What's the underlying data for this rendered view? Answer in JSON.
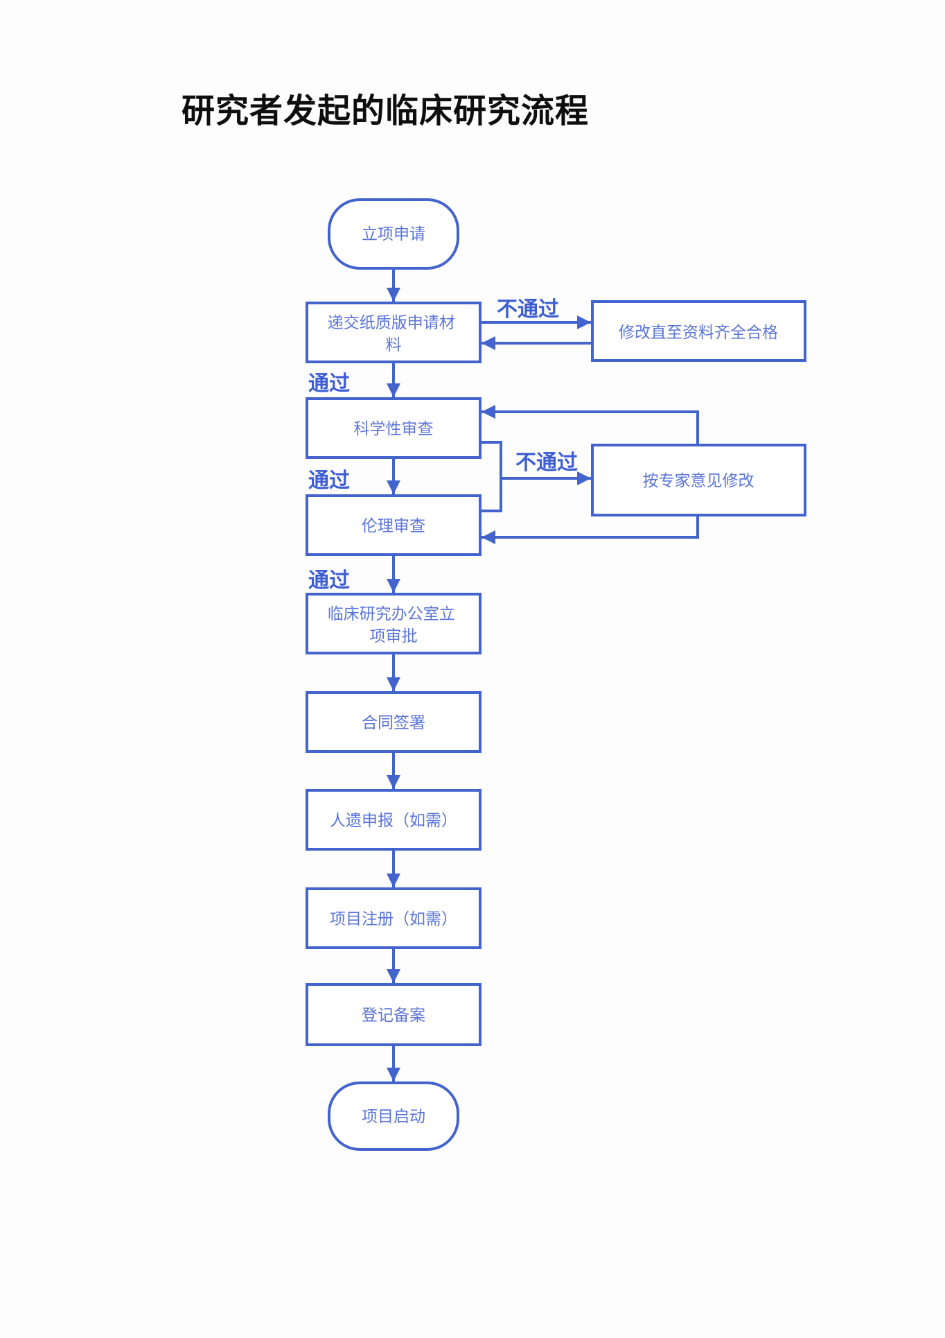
{
  "title": "研究者发起的临床研究流程",
  "nodes": {
    "start": {
      "label": "立项申请",
      "shape": "stadium"
    },
    "submit": {
      "label": "递交纸质版申请材料",
      "line1": "递交纸质版申请材",
      "line2": "料",
      "shape": "rect"
    },
    "revise_materials": {
      "label": "修改直至资料齐全合格",
      "shape": "rect"
    },
    "scientific_review": {
      "label": "科学性审查",
      "shape": "rect"
    },
    "expert_revision": {
      "label": "按专家意见修改",
      "shape": "rect"
    },
    "ethics_review": {
      "label": "伦理审查",
      "shape": "rect"
    },
    "office_approval": {
      "label": "临床研究办公室立项审批",
      "line1": "临床研究办公室立",
      "line2": "项审批",
      "shape": "rect"
    },
    "contract": {
      "label": "合同签署",
      "shape": "rect"
    },
    "hgr_filing": {
      "label": "人遗申报（如需）",
      "shape": "rect"
    },
    "registration": {
      "label": "项目注册（如需）",
      "shape": "rect"
    },
    "record_filing": {
      "label": "登记备案",
      "shape": "rect"
    },
    "launch": {
      "label": "项目启动",
      "shape": "stadium"
    }
  },
  "edge_labels": {
    "no_pass_1": "不通过",
    "pass_1": "通过",
    "no_pass_2": "不通过",
    "pass_2": "通过",
    "pass_3": "通过"
  },
  "flow": [
    {
      "from": "start",
      "to": "submit",
      "label": ""
    },
    {
      "from": "submit",
      "to": "revise_materials",
      "label": "不通过"
    },
    {
      "from": "revise_materials",
      "to": "submit",
      "label": ""
    },
    {
      "from": "submit",
      "to": "scientific_review",
      "label": "通过"
    },
    {
      "from": "scientific_review",
      "to": "expert_revision",
      "label": "不通过"
    },
    {
      "from": "ethics_review",
      "to": "expert_revision",
      "label": "不通过"
    },
    {
      "from": "expert_revision",
      "to": "scientific_review",
      "label": ""
    },
    {
      "from": "expert_revision",
      "to": "ethics_review",
      "label": ""
    },
    {
      "from": "scientific_review",
      "to": "ethics_review",
      "label": "通过"
    },
    {
      "from": "ethics_review",
      "to": "office_approval",
      "label": "通过"
    },
    {
      "from": "office_approval",
      "to": "contract",
      "label": ""
    },
    {
      "from": "contract",
      "to": "hgr_filing",
      "label": ""
    },
    {
      "from": "hgr_filing",
      "to": "registration",
      "label": ""
    },
    {
      "from": "registration",
      "to": "record_filing",
      "label": ""
    },
    {
      "from": "record_filing",
      "to": "launch",
      "label": ""
    }
  ],
  "colors": {
    "line": "#4363cd",
    "node_text": "#5a74d8",
    "label_text": "#3d5ed2",
    "title_color": "#0e0e0e",
    "background": "#fdfdfd"
  }
}
